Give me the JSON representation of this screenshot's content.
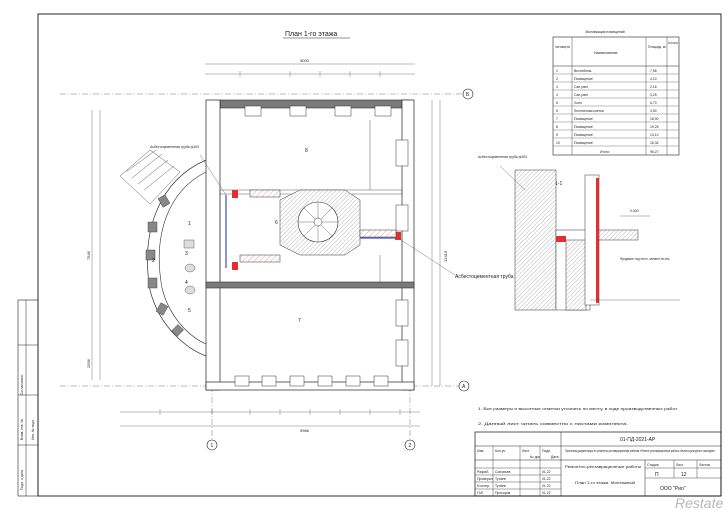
{
  "title": "План 1-го этажа",
  "explication": {
    "title": "Экспликация помещений",
    "headers": [
      "Номе помеще ния",
      "Наименование",
      "Площадь, м²",
      "Кате гори поме щени"
    ],
    "rows": [
      [
        "1",
        "Вестибюль",
        "7,56",
        ""
      ],
      [
        "2",
        "Помещение",
        "4,10",
        ""
      ],
      [
        "3",
        "Сан.узел",
        "2,16",
        ""
      ],
      [
        "4",
        "Сан.узел",
        "3,25",
        ""
      ],
      [
        "5",
        "Холл",
        "6,70",
        ""
      ],
      [
        "6",
        "Лестничная клетка",
        "3,50",
        ""
      ],
      [
        "7",
        "Помещение",
        "18,00",
        ""
      ],
      [
        "8",
        "Помещение",
        "19,25",
        ""
      ],
      [
        "9",
        "Помещение",
        "13,10",
        ""
      ],
      [
        "10",
        "Помещение",
        "16,34",
        ""
      ]
    ],
    "total_label": "Итого:",
    "total_value": "96,27"
  },
  "section": {
    "title": "1-1",
    "pipe_label": "Асбестоцементная труба ф100",
    "elevation": "0,000",
    "note": "Фундамент под лестн. элемент на отм."
  },
  "plan": {
    "axis_a": "А",
    "axis_b": "Б",
    "axis_1": "1",
    "axis_2": "2",
    "dim_top_total": "9000",
    "dim_left_total": "7546",
    "dim_bottom_total": "9966",
    "dim_left_2": "2596",
    "dim_right_total": "12410",
    "pipe_label_left": "Асбестоцементная труба ф100",
    "pipe_label_right": "Асбестоцементная труба ф100 мм",
    "rooms": [
      "1",
      "2",
      "3",
      "4",
      "5",
      "6",
      "7",
      "8"
    ]
  },
  "notes": [
    "1.    Все размеры и высотные отметки уточнить по месту, в ходе производственных работ.",
    "2.    Данный лист читать совместно с листами комплекта."
  ],
  "stamp": {
    "code": "01-ПД-2021-АР",
    "description": "Проектная документация по ремонтно-реставрационным работам «Ремонт-реставрационные работы объекта культурного наследия»",
    "stage_label": "Ремонтно-реставрационные работы",
    "stage": "П",
    "sheet": "12",
    "sheet_title": "План 1-го этажа. Монтажный",
    "company": "ООО \"Рио\"",
    "roles": [
      "Разраб.",
      "Проверил",
      "Н.контр.",
      "ГАП"
    ],
    "names": [
      "Соловьев",
      "Тутаев",
      "Тутаев",
      "Прохоров"
    ],
    "dates": [
      "01.22",
      "01.22",
      "01.22",
      "01.22"
    ],
    "col_headers": [
      "Изм.",
      "Кол.уч.",
      "Лист",
      "№ док.",
      "Подп.",
      "Дата"
    ],
    "stage_headers": [
      "Стадия",
      "Лист",
      "Листов"
    ]
  },
  "side_labels": [
    "Согласовано",
    "Взам. инв. №",
    "Подп. и дата",
    "Инв. № подл."
  ],
  "watermark": "Restate"
}
